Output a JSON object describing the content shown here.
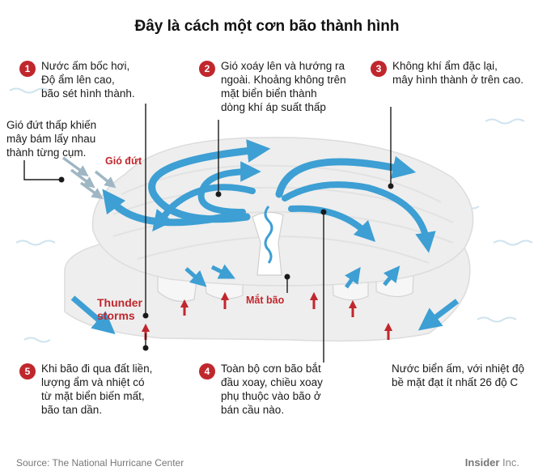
{
  "title": "Đây là cách một cơn bão thành hình",
  "steps": [
    {
      "num": "1",
      "lines": [
        "Nước ấm bốc hơi,",
        "Độ ẩm lên cao,",
        "bão sét hình thành."
      ]
    },
    {
      "num": "2",
      "lines": [
        "Gió xoáy lên và hướng ra",
        "ngoài. Khoảng không trên",
        "mặt biển biển thành",
        "dòng khí áp suất thấp"
      ]
    },
    {
      "num": "3",
      "lines": [
        "Không khí ẩm đặc lại,",
        "mây hình thành ở trên cao."
      ]
    },
    {
      "num": "4",
      "lines": [
        "Toàn bộ cơn bão bắt",
        "đầu xoay, chiều xoay",
        "phụ thuộc vào bão ở",
        "bán cầu nào."
      ]
    },
    {
      "num": "5",
      "lines": [
        "Khi bão đi qua đất liền,",
        "lượng ẩm và nhiệt có",
        "từ mặt biển biến mất,",
        "bão tan dần."
      ]
    }
  ],
  "notes": {
    "shear": [
      "Gió đứt thấp khiến",
      "mây bám lấy nhau",
      "thành từng cụm."
    ],
    "sea": [
      "Nước biển ấm, với nhiệt độ",
      "bề mặt đạt ít nhất 26 độ C"
    ]
  },
  "labels": {
    "wind_shear": "Gió đứt",
    "thunderstorms": [
      "Thunder",
      "storms"
    ],
    "eye": "Mắt bão"
  },
  "footer": {
    "source": "Source: The National Hurricane Center",
    "brand_bold": "Insider",
    "brand_rest": " Inc."
  },
  "colors": {
    "accent_red": "#c0272d",
    "arrow_blue": "#3d9fd3",
    "cloud": "#efefef"
  }
}
